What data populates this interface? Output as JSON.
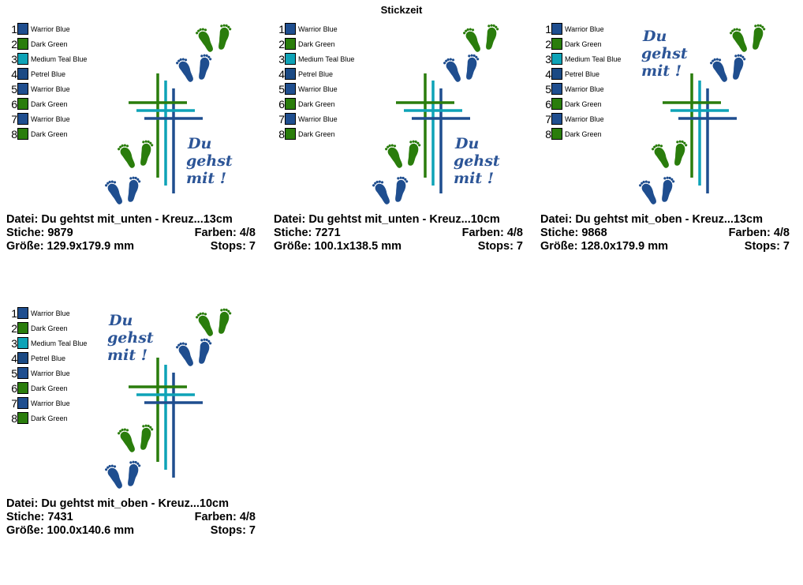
{
  "page": {
    "title": "Stickzeit"
  },
  "colors": {
    "Warrior Blue": "#1f4e8f",
    "Dark Green": "#2a7d0c",
    "Medium Teal Blue": "#0ea3b7",
    "Petrel Blue": "#1b4a84"
  },
  "legend": [
    {
      "num": "1",
      "name": "Warrior Blue",
      "color": "#1f4e8f"
    },
    {
      "num": "2",
      "name": "Dark Green",
      "color": "#2a7d0c"
    },
    {
      "num": "3",
      "name": "Medium Teal Blue",
      "color": "#0ea3b7"
    },
    {
      "num": "4",
      "name": "Petrel Blue",
      "color": "#1b4a84"
    },
    {
      "num": "5",
      "name": "Warrior Blue",
      "color": "#1f4e8f"
    },
    {
      "num": "6",
      "name": "Dark Green",
      "color": "#2a7d0c"
    },
    {
      "num": "7",
      "name": "Warrior Blue",
      "color": "#1f4e8f"
    },
    {
      "num": "8",
      "name": "Dark Green",
      "color": "#2a7d0c"
    }
  ],
  "design_text": [
    "Du",
    "gehst",
    "mit !"
  ],
  "panels": [
    {
      "variant": "unten",
      "file": "Datei: Du gehtst mit_unten - Kreuz...13cm",
      "stitches": "Stiche: 9879",
      "colors": "Farben: 4/8",
      "size": "Größe: 129.9x179.9 mm",
      "stops": "Stops: 7"
    },
    {
      "variant": "unten",
      "file": "Datei: Du gehtst mit_unten - Kreuz...10cm",
      "stitches": "Stiche: 7271",
      "colors": "Farben: 4/8",
      "size": "Größe: 100.1x138.5 mm",
      "stops": "Stops: 7"
    },
    {
      "variant": "oben",
      "file": "Datei: Du gehtst mit_oben - Kreuz...13cm",
      "stitches": "Stiche: 9868",
      "colors": "Farben: 4/8",
      "size": "Größe: 128.0x179.9 mm",
      "stops": "Stops: 7"
    },
    {
      "variant": "oben",
      "file": "Datei: Du gehtst mit_oben - Kreuz...10cm",
      "stitches": "Stiche: 7431",
      "colors": "Farben: 4/8",
      "size": "Größe: 100.0x140.6 mm",
      "stops": "Stops: 7"
    }
  ]
}
